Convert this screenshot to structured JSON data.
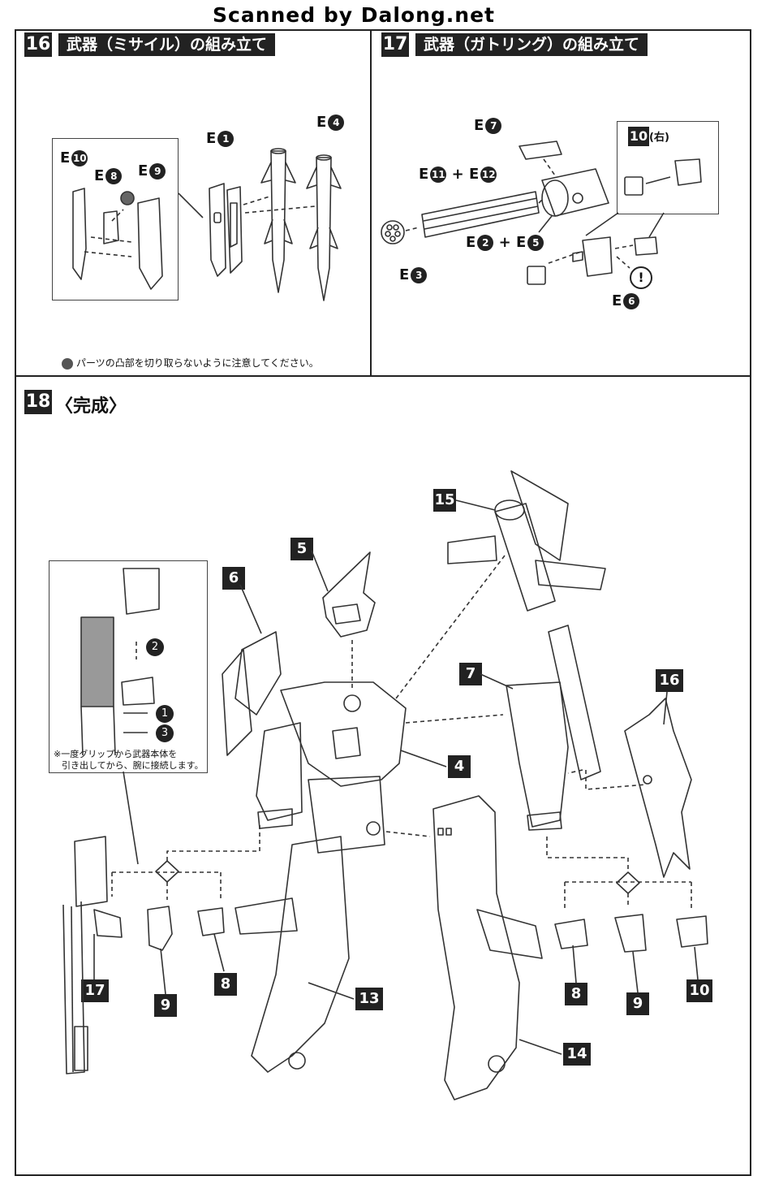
{
  "banner": "Scanned by Dalong.net",
  "step16": {
    "num": "16",
    "title": "武器（ミサイル）の組み立て",
    "parts": [
      "E",
      "E",
      "E",
      "E",
      "E"
    ],
    "part_nums": [
      "1",
      "4",
      "10",
      "8",
      "9"
    ],
    "caution": "パーツの凸部を切り取らないように注意してください。"
  },
  "step17": {
    "num": "17",
    "title": "武器（ガトリング）の組み立て",
    "part_nums": [
      "7",
      "11",
      "12",
      "2",
      "5",
      "3",
      "6"
    ],
    "inset_label": "10",
    "inset_side": "(右)",
    "plus": "+",
    "E": "E",
    "alert": "!"
  },
  "step18": {
    "num": "18",
    "title": "〈完成〉",
    "inset_nums": [
      "2",
      "1",
      "3"
    ],
    "inset_note_line1": "※一度グリップから武器本体を",
    "inset_note_line2": "引き出してから、腕に接続します。",
    "callouts": [
      "15",
      "5",
      "6",
      "7",
      "4",
      "16",
      "13",
      "14",
      "17",
      "9",
      "8",
      "8",
      "9",
      "10"
    ]
  },
  "colors": {
    "ink": "#222222",
    "paper": "#ffffff",
    "line": "#333333"
  }
}
